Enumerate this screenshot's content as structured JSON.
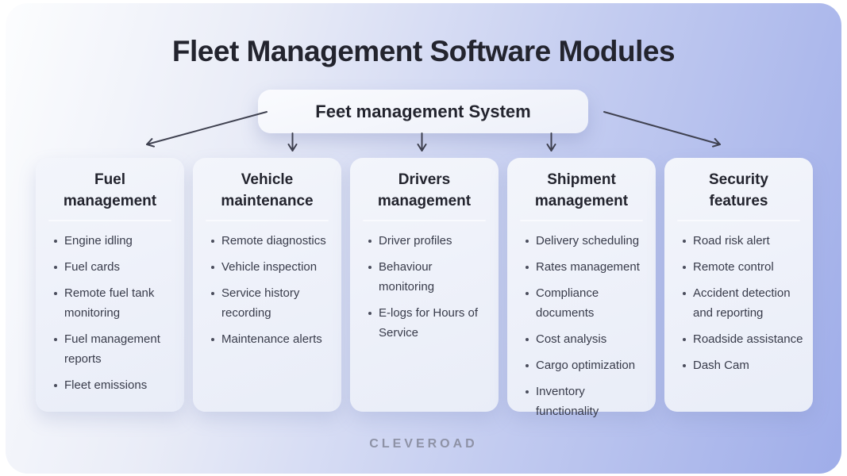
{
  "title": "Fleet Management Software Modules",
  "root": {
    "label": "Feet management System"
  },
  "brand": "CLEVEROAD",
  "colors": {
    "background_gradient_start": "#fcfdfe",
    "background_gradient_end": "#9fade9",
    "card_background": "#edf0f9",
    "heading_text": "#23242e",
    "body_text": "#383b4a",
    "arrow": "#3f4150",
    "brand_text": "#8e92a6"
  },
  "modules": [
    {
      "heading_lines": [
        "Fuel",
        "management"
      ],
      "items": [
        "Engine idling",
        "Fuel cards",
        "Remote fuel tank monitoring",
        "Fuel management reports",
        "Fleet emissions"
      ]
    },
    {
      "heading_lines": [
        "Vehicle",
        "maintenance"
      ],
      "items": [
        "Remote diagnostics",
        "Vehicle inspection",
        "Service history recording",
        "Maintenance alerts"
      ]
    },
    {
      "heading_lines": [
        "Drivers",
        "management"
      ],
      "items": [
        "Driver profiles",
        "Behaviour monitoring",
        "E-logs for Hours of Service"
      ]
    },
    {
      "heading_lines": [
        "Shipment",
        "management"
      ],
      "items": [
        "Delivery scheduling",
        "Rates management",
        "Compliance documents",
        "Cost analysis",
        "Cargo optimization",
        "Inventory functionality"
      ]
    },
    {
      "heading_lines": [
        "Security",
        "features"
      ],
      "items": [
        "Road risk alert",
        "Remote control",
        "Accident detection and reporting",
        "Roadside assistance",
        "Dash Cam"
      ]
    }
  ]
}
